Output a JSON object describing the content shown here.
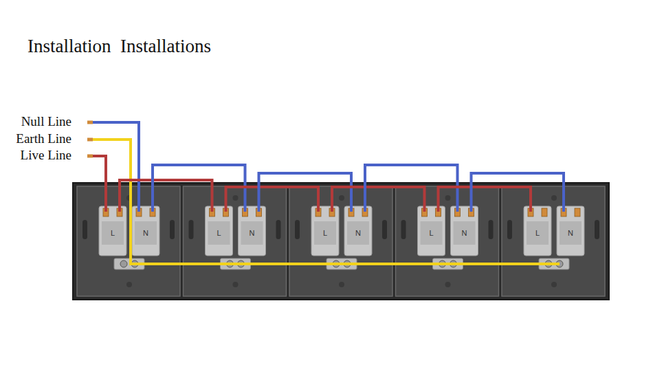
{
  "diagram": {
    "title": "Installation  Installations",
    "labels": [
      "Null Line",
      "Earth Line",
      "Live Line",
      "L",
      "N",
      "L",
      "N",
      "L",
      "N",
      "L",
      "N",
      "L",
      "N"
    ]
  }
}
